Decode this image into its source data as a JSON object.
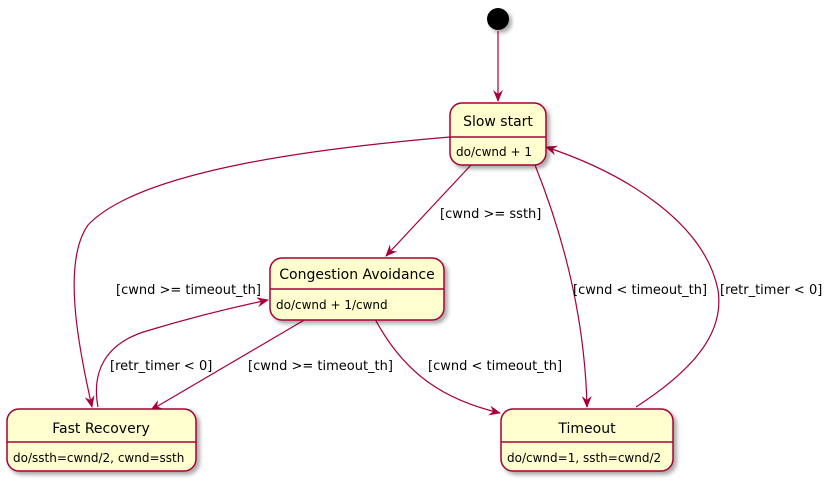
{
  "colors": {
    "state_fill": "#FEFECE",
    "state_border": "#A80036",
    "arrow": "#A80036",
    "initial": "#000000",
    "text": "#000000"
  },
  "states": {
    "slow_start": {
      "name": "Slow start",
      "action": "do/cwnd + 1"
    },
    "congestion_avoidance": {
      "name": "Congestion Avoidance",
      "action": "do/cwnd + 1/cwnd"
    },
    "fast_recovery": {
      "name": "Fast Recovery",
      "action": "do/ssth=cwnd/2, cwnd=ssth"
    },
    "timeout": {
      "name": "Timeout",
      "action": "do/cwnd=1, ssth=cwnd/2"
    }
  },
  "transitions": {
    "slow_to_ca": "[cwnd >= ssth]",
    "slow_to_fr": "[cwnd >= timeout_th]",
    "slow_to_timeout": "[cwnd < timeout_th]",
    "timeout_to_slow": "[retr_timer < 0]",
    "fr_to_ca": "[retr_timer < 0]",
    "ca_to_fr": "[cwnd >= timeout_th]",
    "ca_to_timeout": "[cwnd < timeout_th]"
  }
}
